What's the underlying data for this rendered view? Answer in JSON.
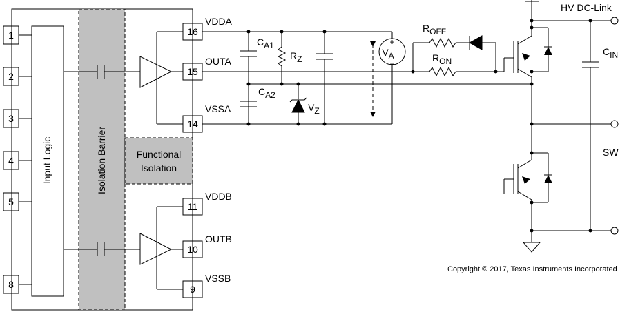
{
  "left_pins": [
    "1",
    "2",
    "3",
    "4",
    "5",
    "8"
  ],
  "right_pins": {
    "p16": "16",
    "p15": "15",
    "p14": "14",
    "p11": "11",
    "p10": "10",
    "p9": "9"
  },
  "blocks": {
    "input_logic": "Input Logic",
    "isolation_barrier": "Isolation Barrier",
    "functional_isolation_line1": "Functional",
    "functional_isolation_line2": "Isolation"
  },
  "nets": {
    "vdda": "VDDA",
    "outa": "OUTA",
    "vssa": "VSSA",
    "vddb": "VDDB",
    "outb": "OUTB",
    "vssb": "VSSB",
    "hv": "HV DC-Link",
    "sw": "SW"
  },
  "components": {
    "ca1": {
      "main": "C",
      "sub": "A1"
    },
    "ca2": {
      "main": "C",
      "sub": "A2"
    },
    "rz": {
      "main": "R",
      "sub": "Z"
    },
    "vz": {
      "main": "V",
      "sub": "Z"
    },
    "va": {
      "main": "V",
      "sub": "A"
    },
    "roff": {
      "main": "R",
      "sub": "OFF"
    },
    "ron": {
      "main": "R",
      "sub": "ON"
    },
    "cin": {
      "main": "C",
      "sub": "IN"
    }
  },
  "va_plus": "+",
  "va_minus": "−",
  "copyright": "Copyright © 2017, Texas Instruments Incorporated"
}
